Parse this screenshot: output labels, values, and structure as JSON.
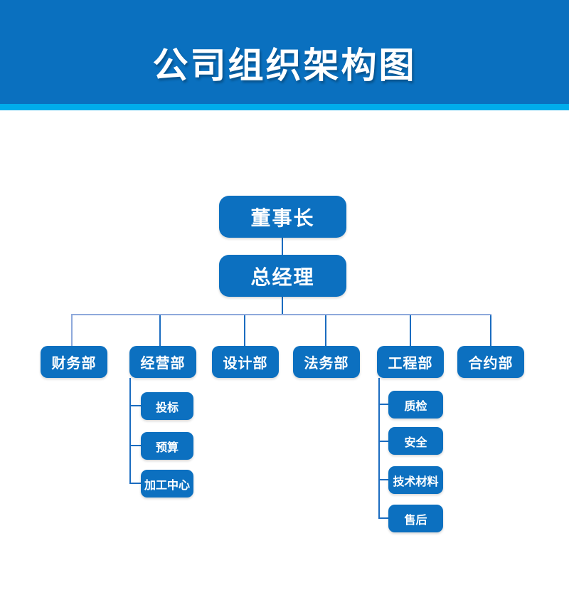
{
  "title": "公司组织架构图",
  "colors": {
    "header_blue": "#0a70bf",
    "accent_cyan": "#00aceb",
    "box_blue": "#0c70c0",
    "connector_dark": "#1b6cc0",
    "connector_light": "#8ea9db"
  },
  "nodes": {
    "chairman": {
      "label": "董事长"
    },
    "general_manager": {
      "label": "总经理"
    },
    "departments": [
      {
        "label": "财务部",
        "children": []
      },
      {
        "label": "经营部",
        "children": [
          "投标",
          "预算",
          "加工中心"
        ]
      },
      {
        "label": "设计部",
        "children": []
      },
      {
        "label": "法务部",
        "children": []
      },
      {
        "label": "工程部",
        "children": [
          "质检",
          "安全",
          "技术材料",
          "售后"
        ]
      },
      {
        "label": "合约部",
        "children": []
      }
    ]
  }
}
